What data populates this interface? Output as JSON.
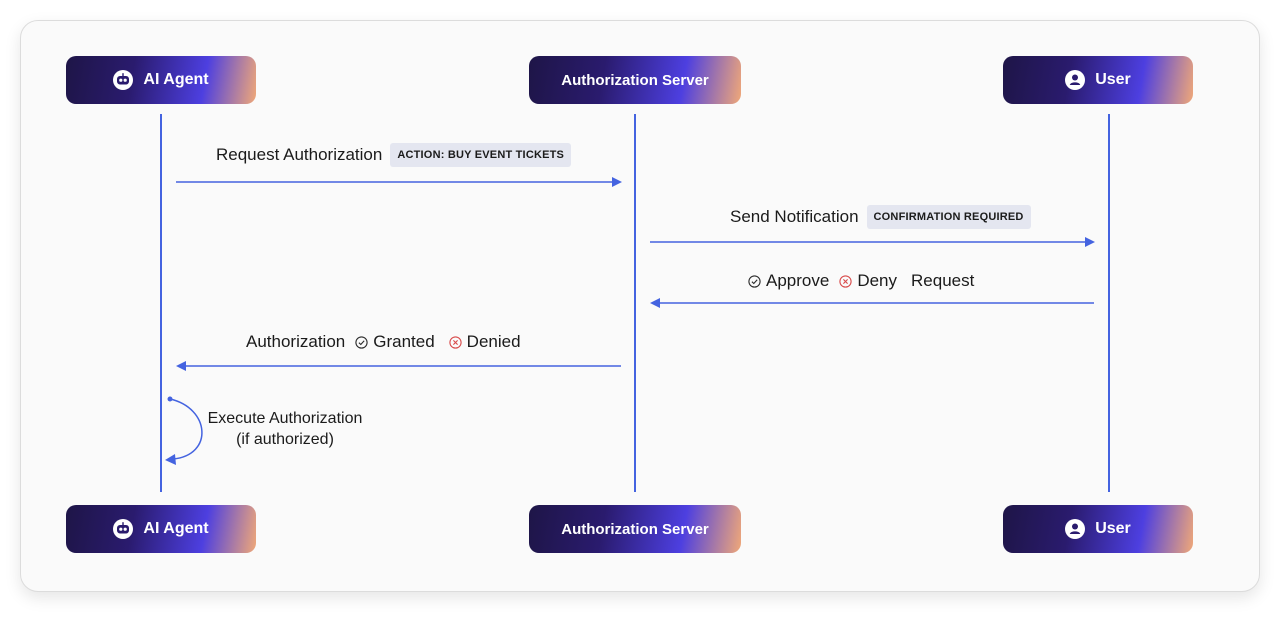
{
  "participants": {
    "agent": {
      "label": "AI Agent",
      "icon": "robot-icon"
    },
    "server": {
      "label": "Authorization Server"
    },
    "user": {
      "label": "User",
      "icon": "user-icon"
    }
  },
  "messages": {
    "request": {
      "label": "Request Authorization",
      "tag": "ACTION: BUY EVENT TICKETS"
    },
    "notify": {
      "label": "Send Notification",
      "tag": "CONFIRMATION REQUIRED"
    },
    "response": {
      "approve": "Approve",
      "deny": "Deny",
      "label": "Request"
    },
    "result": {
      "label": "Authorization",
      "granted": "Granted",
      "denied": "Denied"
    },
    "execute": {
      "line1": "Execute Authorization",
      "line2": "(if authorized)"
    }
  },
  "colors": {
    "arrow": "#4463e0",
    "deny": "#d84a4a",
    "tag_bg": "#e4e6f0"
  }
}
